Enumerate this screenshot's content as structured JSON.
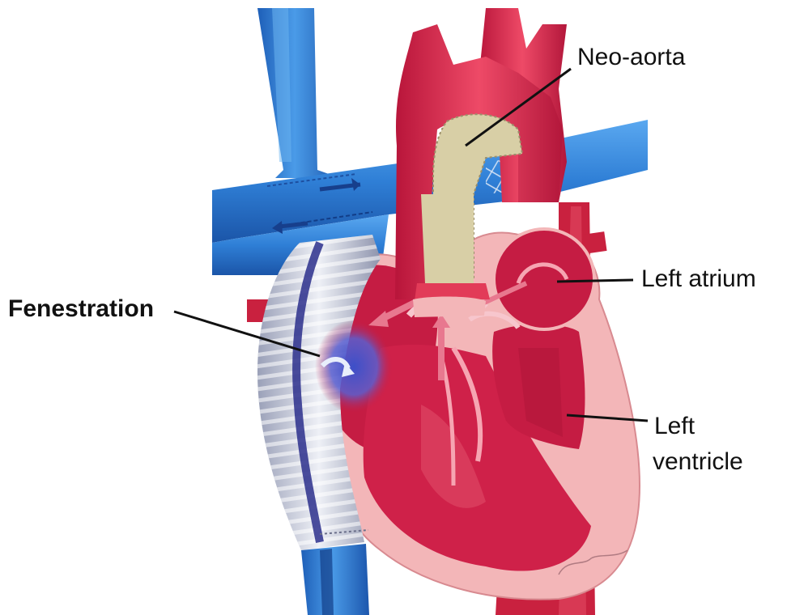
{
  "labels": {
    "neo_aorta": "Neo-aorta",
    "left_atrium": "Left atrium",
    "fenestration": "Fenestration",
    "left_ventricle_line1": "Left",
    "left_ventricle_line2": "ventricle"
  },
  "colors": {
    "vein_blue": "#2f7fd6",
    "artery_red": "#d8264c",
    "heart_wall_pink": "#f3b6b8",
    "heart_chamber_red": "#c51c43",
    "graft_tan": "#d8cfa6",
    "conduit_grey": "#c9ccd8"
  }
}
